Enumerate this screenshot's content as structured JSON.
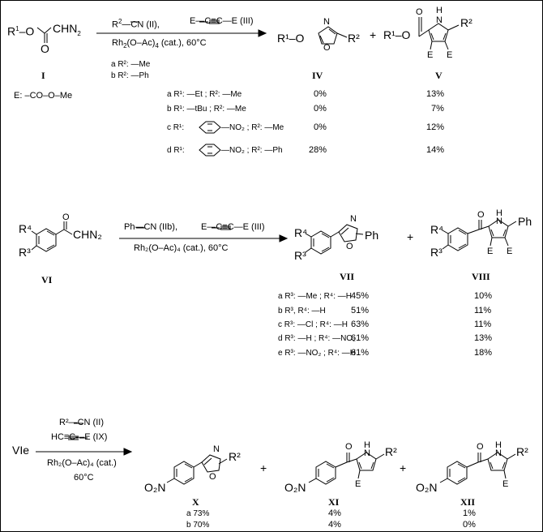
{
  "colors": {
    "ink": "#000000",
    "background": "#ffffff"
  },
  "s1": {
    "r1o": "R",
    "r1o_sup": "1",
    "r1o_rest": "–O",
    "chn2": "CHN",
    "chn2_sub": "2",
    "carbonyl_o": "O",
    "label_I": "I",
    "e_def": "E: –CO–O–Me",
    "reagent_nitrile_r": "R",
    "reagent_nitrile_sup": "2",
    "reagent_nitrile_rest": "—CN  (II),",
    "reagent_alkyne": "E—C≡C—E  (III)",
    "catalyst_pre": "Rh",
    "catalyst_sub": "2",
    "catalyst_post": "(O–Ac)",
    "catalyst_sub2": "4",
    "catalyst_tail": " (cat.),  60°C",
    "sub_a": "a R²: —Me",
    "sub_b": "b R²: —Ph",
    "iv_r1": "R¹–O",
    "iv_r2": "R²",
    "iv_N": "N",
    "iv_O": "O",
    "plus": "+",
    "v_r1": "R¹–O",
    "v_O": "O",
    "v_NH": "H",
    "v_N": "N",
    "v_r2": "R²",
    "v_E1": "E",
    "v_E2": "E",
    "label_IV": "IV",
    "label_V": "V",
    "rows": [
      {
        "text": "a R¹: —Et ; R²: —Me",
        "iv": "0%",
        "v": "13%"
      },
      {
        "text": "b R¹: —tBu ; R²: —Me",
        "iv": "0%",
        "v": "7%"
      },
      {
        "text": "c R¹:",
        "text2": "—NO₂ ; R²: —Me",
        "iv": "0%",
        "v": "12%"
      },
      {
        "text": "d R¹:",
        "text2": "—NO₂ ; R²: —Ph",
        "iv": "28%",
        "v": "14%"
      }
    ]
  },
  "s2": {
    "r4": "R⁴",
    "r3": "R³",
    "o": "O",
    "chn2": "CHN₂",
    "label_VI": "VI",
    "reagent_nitrile": "Ph—CN  (IIb),",
    "reagent_alkyne": "E—C≡C—E  (III)",
    "catalyst": "Rh₂(O–Ac)₄ (cat.), 60°C",
    "vii_r4": "R⁴",
    "vii_r3": "R³",
    "vii_N": "N",
    "vii_O": "O",
    "vii_Ph": "Ph",
    "plus": "+",
    "viii_r4": "R⁴",
    "viii_r3": "R³",
    "viii_O": "O",
    "viii_H": "H",
    "viii_N": "N",
    "viii_Ph": "Ph",
    "viii_E1": "E",
    "viii_E2": "E",
    "label_VII": "VII",
    "label_VIII": "VIII",
    "rows": [
      {
        "text": "a R³: —Me ; R⁴: —H",
        "vii": "45%",
        "viii": "10%"
      },
      {
        "text": "b R³, R⁴: —H",
        "vii": "51%",
        "viii": "11%"
      },
      {
        "text": "c R³: —Cl ; R⁴: —H",
        "vii": "63%",
        "viii": "11%"
      },
      {
        "text": "d R³: —H ; R⁴: —NO₂",
        "vii": "61%",
        "viii": "13%"
      },
      {
        "text": "e R³: —NO₂ ; R⁴: —H",
        "vii": "61%",
        "viii": "18%"
      }
    ]
  },
  "s3": {
    "start": "VIe",
    "reagent_nitrile": "R²—CN  (II)",
    "reagent_alkyne": "HC≡C—E  (IX)",
    "catalyst": "Rh₂(O–Ac)₄ (cat.)",
    "temp": "60°C",
    "x_o2n": "O₂N",
    "x_N": "N",
    "x_O": "O",
    "x_r2": "R²",
    "plus1": "+",
    "xi_o2n": "O₂N",
    "xi_O": "O",
    "xi_H": "H",
    "xi_N": "N",
    "xi_r2": "R²",
    "xi_E": "E",
    "plus2": "+",
    "xii_o2n": "O₂N",
    "xii_O": "O",
    "xii_H": "H",
    "xii_N": "N",
    "xii_r2": "R²",
    "xii_E": "E",
    "label_X": "X",
    "label_XI": "XI",
    "label_XII": "XII",
    "rows": [
      {
        "text": "a 73%",
        "xi": "4%",
        "xii": "1%"
      },
      {
        "text": "b 70%",
        "xi": "4%",
        "xii": "0%"
      }
    ]
  }
}
